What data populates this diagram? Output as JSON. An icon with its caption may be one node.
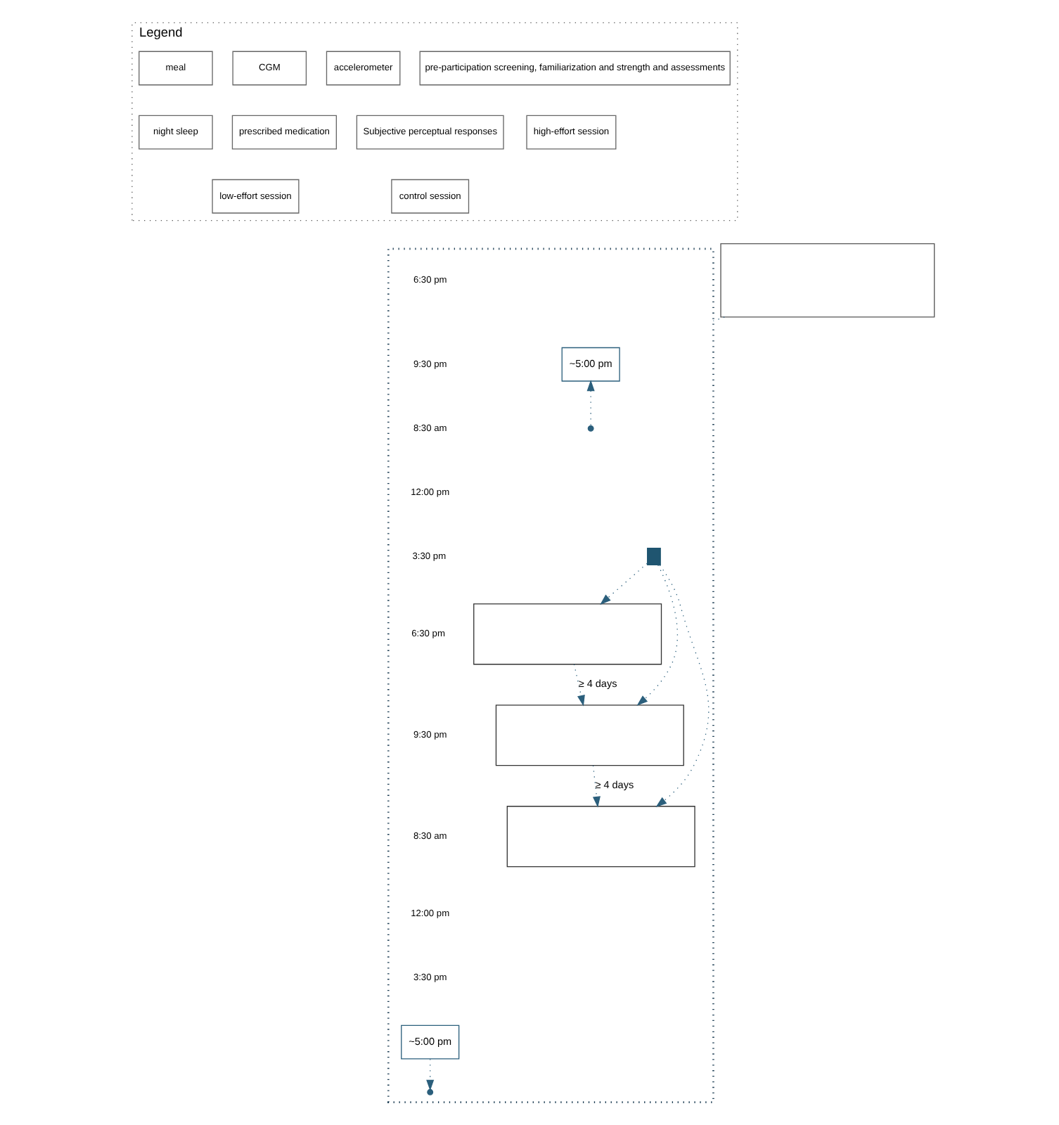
{
  "diagram": {
    "nodes": [
      {
        "text": [
          "Legend"
        ]
      },
      {
        "text": [
          "pre-participation screening, familiarization and strength and assessments"
        ],
        "in": 0
      },
      {
        "text": [
          "meal"
        ],
        "in": 0
      },
      {
        "text": [
          "CGM"
        ],
        "in": 0
      },
      {
        "text": [
          "accelerometer"
        ],
        "in": 0
      },
      {
        "text": [
          "night sleep"
        ],
        "in": 0
      },
      {
        "text": [
          "prescribed medication"
        ],
        "in": 0
      },
      {
        "text": [
          "Subjective perceptual responses"
        ],
        "in": 0
      },
      {
        "text": [
          "high-effort session"
        ],
        "in": 0
      },
      {
        "text": [
          "low-effort session"
        ],
        "in": 0
      },
      {
        "text": [
          "control session"
        ],
        "in": 0
      },
      {
        "text": [],
        "shape": "box"
      },
      {
        "text": [],
        "shape": "box"
      },
      {
        "text": [
          "~5:00 pm"
        ],
        "in": 12
      },
      {
        "text": [
          "~5:00 pm"
        ],
        "in": 12
      },
      {
        "text": [],
        "shape": "box",
        "in": 12
      },
      {
        "text": [],
        "shape": "box",
        "in": 12
      },
      {
        "text": [],
        "shape": "box",
        "in": 12
      },
      {
        "text": [],
        "shape": "box",
        "in": 12
      }
    ],
    "edges": [
      {
        "from": 11,
        "to": 12,
        "arrow": "none",
        "style": "dashed"
      },
      {
        "from": null,
        "to": 13,
        "arrow": "to",
        "style": "dashed"
      },
      {
        "from": 14,
        "to": null,
        "arrow": "to",
        "style": "dashed"
      },
      {
        "from": 15,
        "to": 16,
        "arrow": "to",
        "style": "dashed"
      },
      {
        "from": 15,
        "to": 17,
        "arrow": "to",
        "style": "dashed"
      },
      {
        "from": 15,
        "to": 18,
        "arrow": "to",
        "style": "dashed"
      },
      {
        "from": 16,
        "to": 17,
        "arrow": "to",
        "style": "dashed",
        "label": "≥ 4 days"
      },
      {
        "from": 17,
        "to": 18,
        "arrow": "to",
        "style": "dashed",
        "label": "≥ 4 days"
      }
    ],
    "labels": [
      "6:30 pm",
      "9:30 pm",
      "8:30 am",
      "12:00 pm",
      "3:30 pm",
      "6:30 pm",
      "9:30 pm",
      "8:30 am",
      "12:00 pm",
      "3:30 pm"
    ]
  }
}
